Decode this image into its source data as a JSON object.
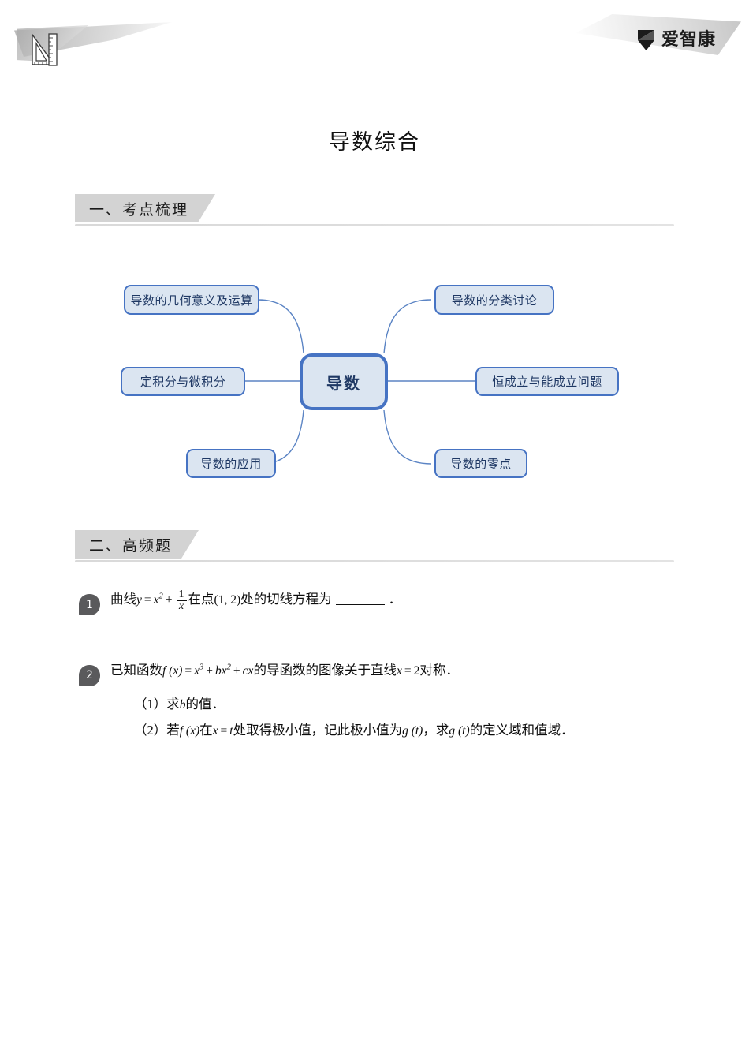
{
  "header": {
    "left_icon_name": "triangle-ruler-icon",
    "brand_mark_name": "aizhikang-bowtie-logo",
    "brand_text": "爱智康"
  },
  "doc": {
    "title": "导数综合"
  },
  "sections": [
    {
      "id": "kaodian",
      "label": "一、考点梳理"
    },
    {
      "id": "gaopin",
      "label": "二、高频题"
    }
  ],
  "mindmap": {
    "center": {
      "label": "导数"
    },
    "nodes": [
      {
        "id": "geometry",
        "label": "导数的几何意义及运算",
        "side": "left"
      },
      {
        "id": "integral",
        "label": "定积分与微积分",
        "side": "left"
      },
      {
        "id": "application",
        "label": "导数的应用",
        "side": "left"
      },
      {
        "id": "classify",
        "label": "导数的分类讨论",
        "side": "right"
      },
      {
        "id": "holds",
        "label": "恒成立与能成立问题",
        "side": "right"
      },
      {
        "id": "zeros",
        "label": "导数的零点",
        "side": "right"
      }
    ],
    "colors": {
      "node_fill": "#dbe5f1",
      "node_border": "#4673c3",
      "node_text": "#1f3864",
      "connector": "#5b84c4"
    }
  },
  "problems": [
    {
      "number": "1",
      "prefix": "曲线",
      "fn_y": "y",
      "eq": "=",
      "term_x2_base": "x",
      "term_x2_exp": "2",
      "plus": "+",
      "frac_num": "1",
      "frac_den": "x",
      "mid": "在点",
      "point": "(1, 2)",
      "tail": "处的切线方程为",
      "blank": "",
      "period": "．"
    },
    {
      "number": "2",
      "stem_pre": "已知函数",
      "stem_fx": "f (x)",
      "stem_eq": "=",
      "stem_x3_base": "x",
      "stem_x3_exp": "3",
      "stem_plus1": "+",
      "stem_bx2_b": "b",
      "stem_bx2_base": "x",
      "stem_bx2_exp": "2",
      "stem_plus2": "+",
      "stem_cx": "cx",
      "stem_mid": "的导函数的图像关于直线",
      "stem_x": "x",
      "stem_eq2": "=",
      "stem_val": "2",
      "stem_tail": "对称．",
      "subparts": [
        {
          "marker": "（1）",
          "pre": "求",
          "var": "b",
          "post": "的值．"
        },
        {
          "marker": "（2）",
          "pre": "若",
          "fx": "f (x)",
          "mid1": "在",
          "x": "x",
          "eq": "=",
          "t": "t",
          "mid2": "处取得极小值，记此极小值为",
          "gt1": "g (t)",
          "mid3": "，求",
          "gt2": "g (t)",
          "post": "的定义域和值域．"
        }
      ]
    }
  ]
}
